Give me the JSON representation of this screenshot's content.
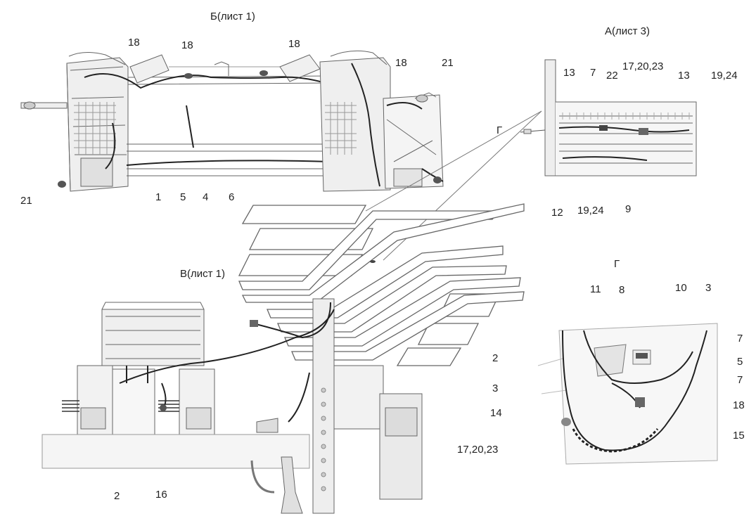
{
  "views": {
    "b": {
      "title": "Б(лист 1)",
      "callouts": [
        "18",
        "18",
        "18",
        "18",
        "21",
        "21",
        "1",
        "5",
        "4",
        "6"
      ]
    },
    "a": {
      "title": "А(лист 3)",
      "callouts": [
        "13",
        "7",
        "22",
        "17,20,23",
        "13",
        "19,24",
        "12",
        "19,24",
        "9"
      ]
    },
    "v": {
      "title": "В(лист 1)",
      "callouts": [
        "2",
        "3",
        "14",
        "17,20,23",
        "2",
        "16"
      ]
    },
    "g": {
      "title": "Г",
      "callouts": [
        "11",
        "8",
        "10",
        "3",
        "7",
        "5",
        "7",
        "18",
        "15"
      ]
    },
    "g_arrow": "Г"
  },
  "colors": {
    "line": "#555555",
    "light": "#b0b0b0",
    "fill": "#e6e6e6",
    "panel": "#f2f2f2"
  }
}
